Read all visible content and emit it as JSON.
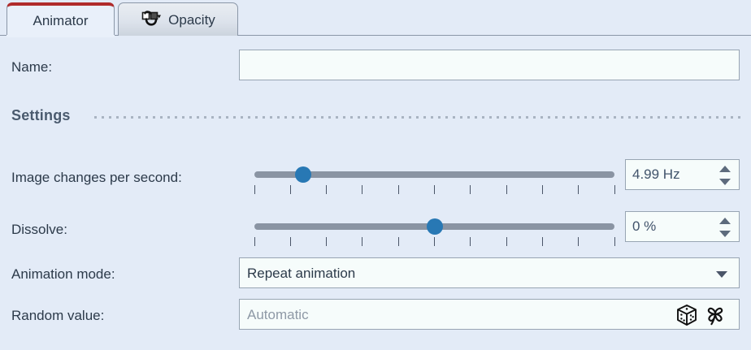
{
  "tabs": [
    {
      "label": "Animator",
      "active": true,
      "icon": null
    },
    {
      "label": "Opacity",
      "active": false,
      "icon": "opacity-icon"
    }
  ],
  "fields": {
    "name": {
      "label": "Name:",
      "value": "",
      "placeholder": ""
    }
  },
  "section": {
    "title": "Settings"
  },
  "sliders": [
    {
      "label": "Image changes per second:",
      "handle_percent": 13.5,
      "tick_count": 11,
      "spin_value": "4.99 Hz"
    },
    {
      "label": "Dissolve:",
      "handle_percent": 50,
      "tick_count": 11,
      "spin_value": "0 %"
    }
  ],
  "animation_mode": {
    "label": "Animation mode:",
    "value": "Repeat animation"
  },
  "random_value": {
    "label": "Random value:",
    "placeholder": "Automatic",
    "icons": [
      "dice-icon",
      "clover-icon"
    ]
  },
  "colors": {
    "background": "#e3ebf7",
    "panel": "#e9f0fa",
    "active_tab_accent": "#b02b2b",
    "slider_handle": "#2878b4",
    "slider_track": "#8a94a3",
    "field_background": "#f6fcfb",
    "border": "#98a5b3",
    "text": "#2c3a4a",
    "placeholder_text": "#8e99a6"
  }
}
